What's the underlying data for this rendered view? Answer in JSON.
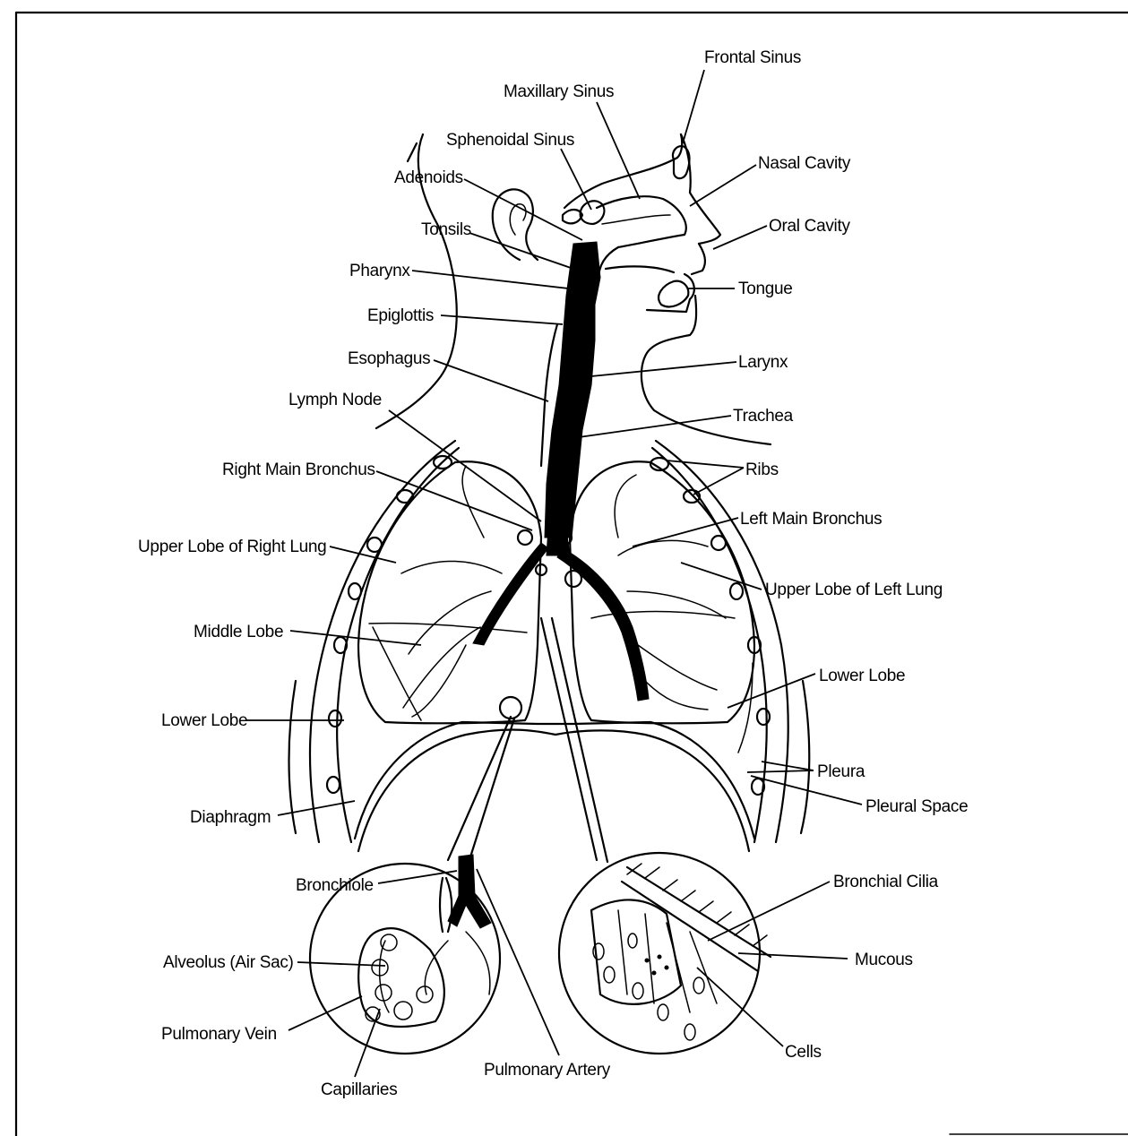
{
  "labels": {
    "frontal_sinus": "Frontal Sinus",
    "maxillary_sinus": "Maxillary Sinus",
    "sphenoidal_sinus": "Sphenoidal Sinus",
    "adenoids": "Adenoids",
    "nasal_cavity": "Nasal Cavity",
    "tonsils": "Tonsils",
    "oral_cavity": "Oral Cavity",
    "pharynx": "Pharynx",
    "tongue": "Tongue",
    "epiglottis": "Epiglottis",
    "esophagus": "Esophagus",
    "larynx": "Larynx",
    "lymph_node": "Lymph Node",
    "trachea": "Trachea",
    "right_main_bronchus": "Right Main Bronchus",
    "ribs": "Ribs",
    "left_main_bronchus": "Left Main Bronchus",
    "upper_lobe_right_lung": "Upper Lobe of Right Lung",
    "upper_lobe_left_lung": "Upper Lobe of Left Lung",
    "middle_lobe": "Middle Lobe",
    "lower_lobe_left": "Lower Lobe",
    "lower_lobe_right": "Lower Lobe",
    "pleura": "Pleura",
    "diaphragm": "Diaphragm",
    "pleural_space": "Pleural Space",
    "bronchiole": "Bronchiole",
    "bronchial_cilia": "Bronchial Cilia",
    "alveolus": "Alveolus (Air Sac)",
    "mucous": "Mucous",
    "pulmonary_vein": "Pulmonary Vein",
    "cells": "Cells",
    "pulmonary_artery": "Pulmonary Artery",
    "capillaries": "Capillaries"
  }
}
